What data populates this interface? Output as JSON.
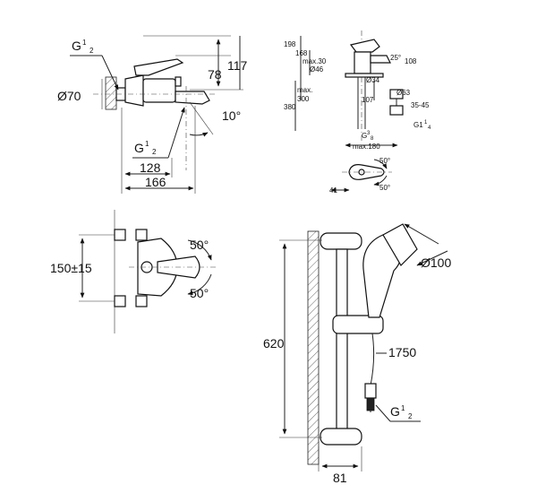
{
  "view_bath_mixer_side": {
    "thread_label_main": "G",
    "thread_label_frac_num": "1",
    "thread_label_frac_den": "2",
    "dia_label": "Ø70",
    "dim_78": "78",
    "dim_117": "117",
    "angle_label": "10°",
    "thread2_main": "G",
    "thread2_num": "1",
    "thread2_den": "2",
    "dim_128": "128",
    "dim_166": "166"
  },
  "view_basin_mixer": {
    "dim_198": "198",
    "dim_168": "168",
    "max30": "max.30",
    "dia46": "Ø46",
    "dia34": "Ø34",
    "angle25": "25°",
    "dim108": "108",
    "max_label": "max.",
    "dim300": "300",
    "dim380": "380",
    "dim107": "107",
    "dia63": "Ø63",
    "range35_45": "35-45",
    "g_3_8_main": "G",
    "g_3_8_num": "3",
    "g_3_8_den": "8",
    "g_1_1_4_main": "G1",
    "g_1_1_4_num": "1",
    "g_1_1_4_den": "4",
    "max180": "max.180"
  },
  "view_basin_top": {
    "angle_top": "50°",
    "angle_bottom": "50°",
    "dim41": "41"
  },
  "view_bath_mixer_front": {
    "dim_150": "150±15",
    "angle_top": "50°",
    "angle_bottom": "50°"
  },
  "view_shower_set": {
    "dim620": "620",
    "dia100": "Ø100",
    "dim1750": "1750",
    "thread_main": "G",
    "thread_num": "1",
    "thread_den": "2",
    "dim81": "81"
  }
}
